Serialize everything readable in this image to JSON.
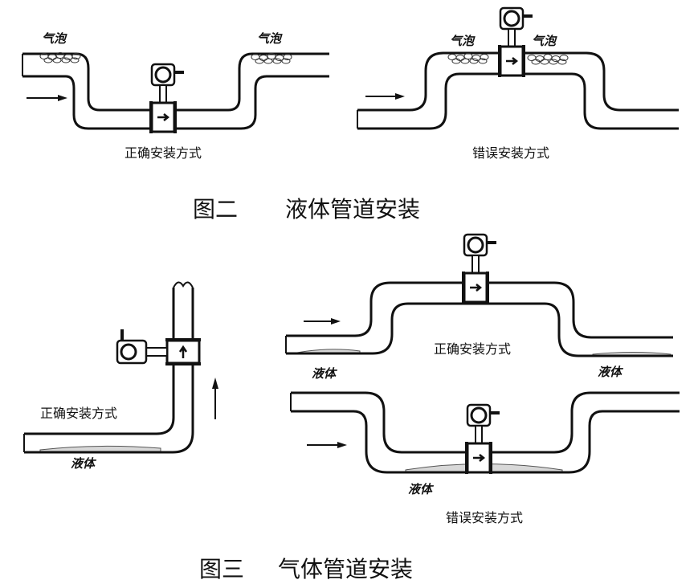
{
  "labels": {
    "bubbles": "气泡",
    "correct_install": "正确安装方式",
    "wrong_install": "错误安装方式",
    "liquid": "液体",
    "figure2_number": "图二",
    "figure2_title": "液体管道安装",
    "figure3_number": "图三",
    "figure3_title": "气体管道安装"
  }
}
